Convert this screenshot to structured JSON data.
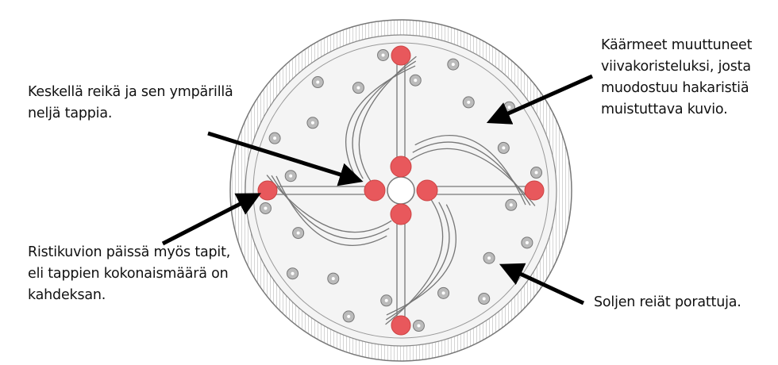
{
  "annotations": {
    "center": "Keskellä reikä ja sen ympärillä\nneljä tappia.",
    "cross_ends": "Ristikuvion päissä myös tapit,\neli tappien kokonaismäärä on\nkahdeksan.",
    "snakes": "Käärmeet muuttuneet\nviivakoristeluksi, josta\nmuodostuu hakaristiä\nmuistuttava kuvio.",
    "holes": "Soljen reiät porattuja."
  },
  "colors": {
    "pin": "#e8585c",
    "line": "#555555",
    "arrow": "#000000"
  }
}
